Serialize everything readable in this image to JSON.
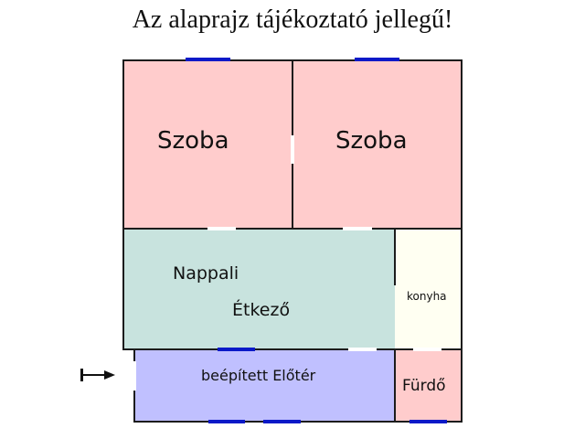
{
  "title": "Az alaprajz tájékoztató jellegű!",
  "colors": {
    "szoba": "#ffcccc",
    "nappali": "#c8e3de",
    "konyha": "#fffff2",
    "eloter": "#c0c0ff",
    "furdo": "#ffcccc",
    "window": "#0a19c8",
    "wall": "#1c1c1c"
  },
  "rooms": {
    "szoba_left": {
      "label": "Szoba"
    },
    "szoba_right": {
      "label": "Szoba"
    },
    "nappali": {
      "label": "Nappali",
      "label2": "Étkező"
    },
    "konyha": {
      "label": "konyha"
    },
    "eloter": {
      "label": "beépített Előtér"
    },
    "furdo": {
      "label": "Fürdő"
    }
  },
  "entrance": {
    "icon": "entrance-arrow-icon",
    "glyph": "↦"
  }
}
